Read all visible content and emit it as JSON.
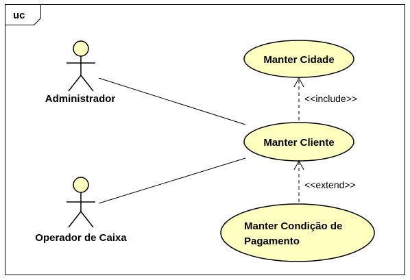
{
  "frame": {
    "label": "uc"
  },
  "actors": [
    {
      "id": "administrador",
      "label": "Administrador"
    },
    {
      "id": "operador",
      "label": "Operador de Caixa"
    }
  ],
  "use_cases": [
    {
      "id": "manter-cidade",
      "lines": [
        "Manter Cidade"
      ]
    },
    {
      "id": "manter-cliente",
      "lines": [
        "Manter Cliente"
      ]
    },
    {
      "id": "manter-condicao",
      "lines": [
        "Manter Condição de",
        "Pagamento"
      ]
    }
  ],
  "relations": {
    "include": "<<include>>",
    "extend": "<<extend>>"
  },
  "colors": {
    "fill": "#ffffc0",
    "stroke": "#000000",
    "background": "#ffffff"
  }
}
